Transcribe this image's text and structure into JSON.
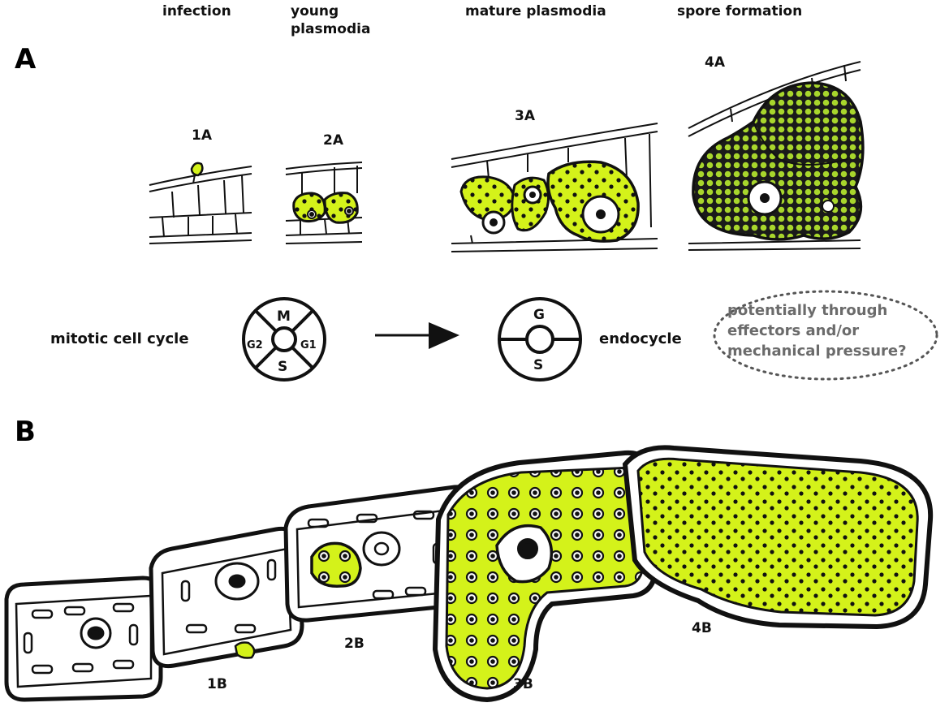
{
  "stages": {
    "infection": "infection",
    "young_line1": "young",
    "young_line2": "plasmodia",
    "mature": "mature plasmodia",
    "spore": "spore formation"
  },
  "panels": {
    "a": "A",
    "b": "B"
  },
  "panel_a_labels": {
    "p1": "1A",
    "p2": "2A",
    "p3": "3A",
    "p4": "4A"
  },
  "panel_b_labels": {
    "p1": "1B",
    "p2": "2B",
    "p3": "3B",
    "p4": "4B"
  },
  "cycle": {
    "mitotic_label": "mitotic cell cycle",
    "endocycle_label": "endocycle",
    "mitotic_phases": {
      "m": "M",
      "g2": "G2",
      "g1": "G1",
      "s": "S"
    },
    "endo_phases": {
      "g": "G",
      "s": "S"
    }
  },
  "hypothesis": {
    "line1": "potentially through",
    "line2": "effectors and/or",
    "line3": "mechanical pressure?"
  },
  "colors": {
    "plasmodium_fill": "#d4f21a",
    "plasmodium_edge": "#35c98a",
    "outline": "#111111",
    "note_text": "#6b6b6b"
  }
}
